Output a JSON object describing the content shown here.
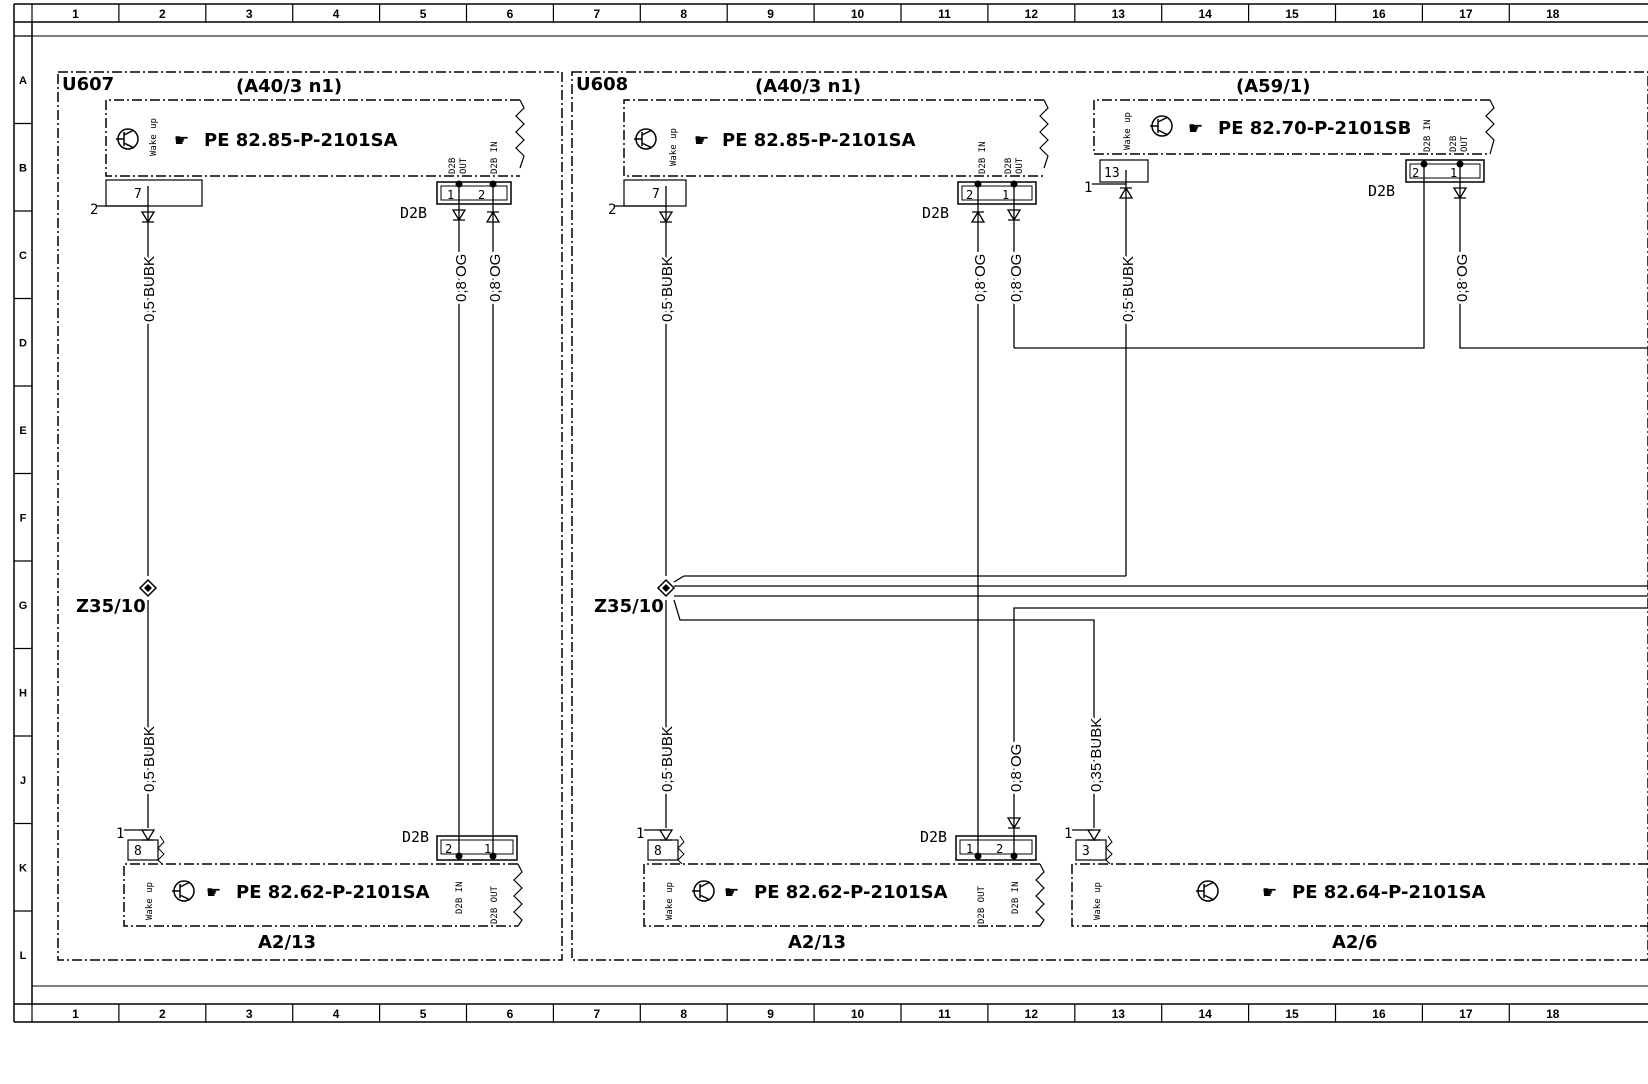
{
  "ruler": {
    "columns": [
      "1",
      "2",
      "3",
      "4",
      "5",
      "6",
      "7",
      "8",
      "9",
      "10",
      "11",
      "12",
      "13",
      "14",
      "15",
      "16",
      "17",
      "18"
    ],
    "rows": [
      "A",
      "B",
      "C",
      "D",
      "E",
      "F",
      "G",
      "H",
      "J",
      "K",
      "L"
    ]
  },
  "units": {
    "left": {
      "id": "U607",
      "component": "(A40/3 n1)"
    },
    "middle": {
      "id": "U608",
      "component": "(A40/3 n1)"
    },
    "right": {
      "component": "(A59/1)"
    }
  },
  "modules": {
    "left_top_ref": "PE 82.85-P-2101SA",
    "mid_top_ref": "PE 82.85-P-2101SA",
    "right_top_ref": "PE 82.70-P-2101SB",
    "left_bottom_ref": "PE 82.62-P-2101SA",
    "mid_bottom_ref": "PE 82.62-P-2101SA",
    "right_bottom_ref": "PE 82.64-P-2101SA",
    "left_bottom_name": "A2/13",
    "mid_bottom_name": "A2/13",
    "right_bottom_name": "A2/6"
  },
  "labels": {
    "wake_up": "Wake up",
    "d2b": "D2B",
    "d2b_in": "D2B IN",
    "d2b_out": "D2B OUT",
    "out": "OUT",
    "splice": "Z35/10"
  },
  "pins": {
    "p1": "1",
    "p2": "2",
    "p3": "3",
    "p7": "7",
    "p8": "8",
    "p13": "13"
  },
  "wires": {
    "bubk_05": "0,5 BUBK",
    "bubk_035": "0,35 BUBK",
    "og_08": "0,8 OG"
  }
}
